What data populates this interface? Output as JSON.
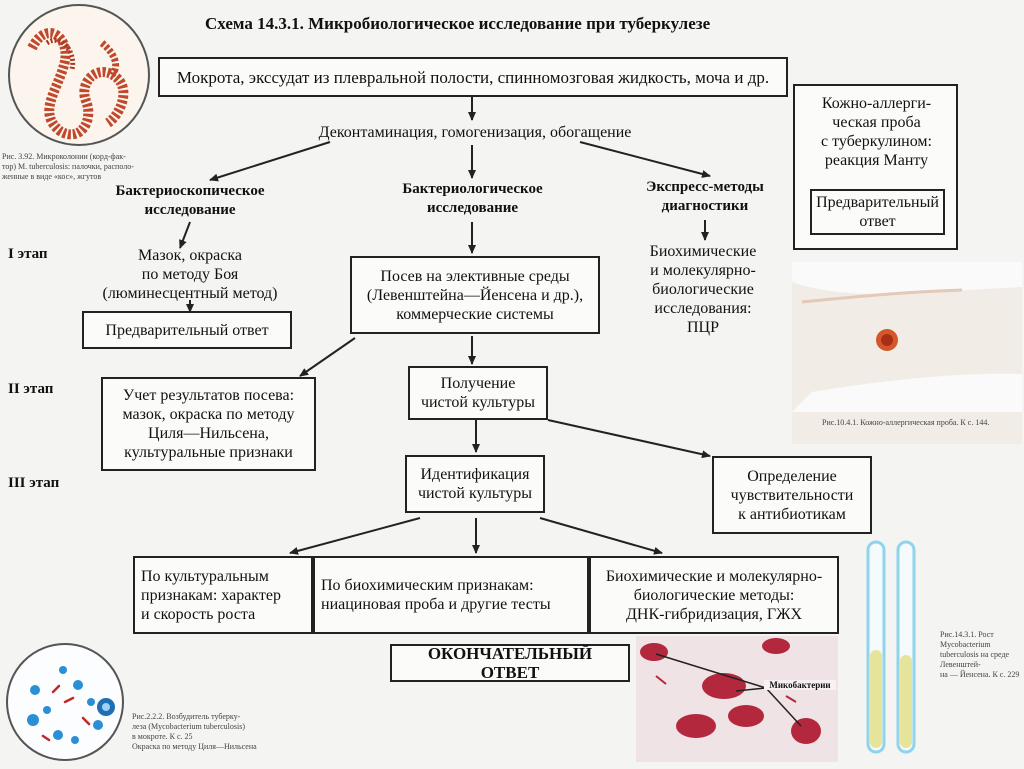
{
  "title": "Схема 14.3.1. Микробиологическое исследование при туберкулезе",
  "specimen": "Мокрота, экссудат из плевральной полости, спинномозговая жидкость, моча и др.",
  "processing": "Деконтаминация, гомогенизация, обогащение",
  "stages": {
    "s1": "I этап",
    "s2": "II этап",
    "s3": "III этап"
  },
  "branches": {
    "microscopy": "Бактериоскопическое\nисследование",
    "culture": "Бактериологическое\nисследование",
    "express": "Экспресс-методы\nдиагностики"
  },
  "microscopy_method": "Мазок, окраска\nпо методу Боя\n(люминесцентный метод)",
  "preliminary_answer": "Предварительный ответ",
  "culture_media": "Посев на элективные среды\n(Левенштейна—Йенсена и др.),\nкоммерческие системы",
  "express_methods": "Биохимические\nи молекулярно-\nбиологические\nисследования:\nПЦР",
  "culture_results": "Учет результатов посева:\nмазок, окраска по методу\nЦиля—Нильсена,\nкультуральные признаки",
  "pure_culture": "Получение\nчистой культуры",
  "identification": "Идентификация\nчистой культуры",
  "sensitivity": "Определение\nчувствительности\nк антибиотикам",
  "methods": {
    "cultural": "По культуральным\nпризнакам: характер\nи скорость роста",
    "biochemical": "По биохимическим признакам:\nниациновая проба и другие тесты",
    "molecular": "Биохимические и молекулярно-\nбиологические методы:\nДНК-гибридизация, ГЖХ"
  },
  "final_answer": "ОКОНЧАТЕЛЬНЫЙ ОТВЕТ",
  "skin_test": "Кожно-аллерги-\nческая проба\nс туберкулином:\nреакция Манту",
  "skin_test_answer": "Предварительный\nответ",
  "captions": {
    "cord_factor": "Рис. 3.92. Микроколонии (корд-фак-\nтор) M. tuberculosis: палочки, располо-\nженные в виде «кос», жгутов",
    "skin_allergy": "Рис.10.4.1. Кожно-аллергическая проба. К с. 144.",
    "test_tubes": "Рис.14.3.1. Рост Mycobacterium\ntuberculosis на среде Левенштей-\nна — Йенсена. К с. 229",
    "ziehl": "Рис.2.2.2. Возбудитель туберку-\nлеза (Mycobacterium tuberculosis)\nв мокроте. К с. 25\nОкраска по методу Циля—Нильсена",
    "mycobacteria_label": "Микобактерии"
  },
  "colors": {
    "stain_red": "#c1272d",
    "tube_yellow": "#e6e39a",
    "tube_blue": "#8fd3ec",
    "cell_blue": "#2b8fd6"
  }
}
